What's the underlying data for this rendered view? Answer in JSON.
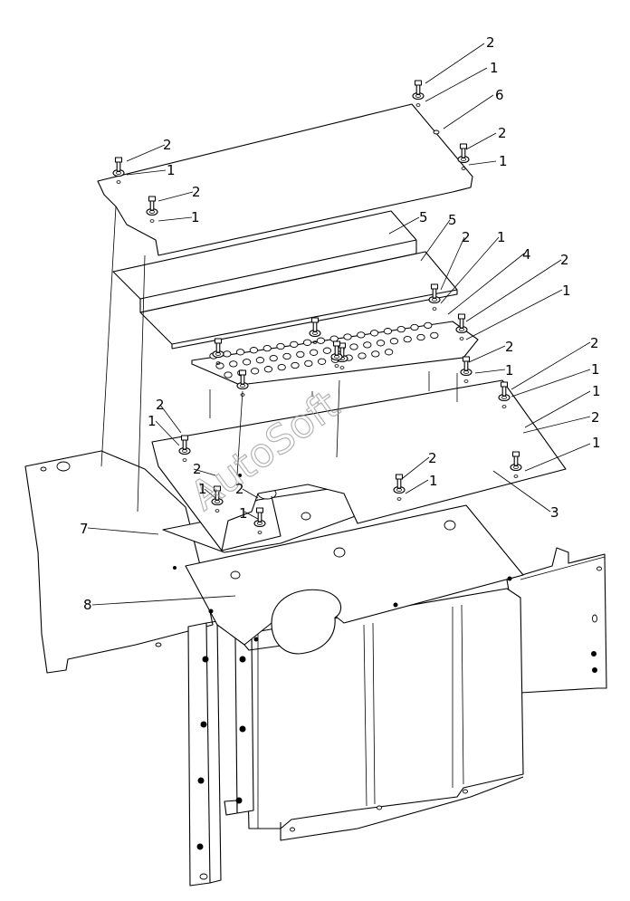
{
  "watermark": "AutoSoft",
  "callouts": [
    {
      "id": "c1",
      "label": "2"
    },
    {
      "id": "c2",
      "label": "1"
    },
    {
      "id": "c3",
      "label": "6"
    },
    {
      "id": "c4",
      "label": "2"
    },
    {
      "id": "c5",
      "label": "1"
    },
    {
      "id": "c6",
      "label": "2"
    },
    {
      "id": "c7",
      "label": "1"
    },
    {
      "id": "c8",
      "label": "2"
    },
    {
      "id": "c9",
      "label": "1"
    },
    {
      "id": "c10",
      "label": "5"
    },
    {
      "id": "c11",
      "label": "5"
    },
    {
      "id": "c12",
      "label": "2"
    },
    {
      "id": "c13",
      "label": "1"
    },
    {
      "id": "c14",
      "label": "4"
    },
    {
      "id": "c15",
      "label": "2"
    },
    {
      "id": "c16",
      "label": "1"
    },
    {
      "id": "c17",
      "label": "2"
    },
    {
      "id": "c18",
      "label": "1"
    },
    {
      "id": "c19",
      "label": "2"
    },
    {
      "id": "c20",
      "label": "1"
    },
    {
      "id": "c21",
      "label": "1"
    },
    {
      "id": "c22",
      "label": "2"
    },
    {
      "id": "c23",
      "label": "1"
    },
    {
      "id": "c24",
      "label": "2"
    },
    {
      "id": "c25",
      "label": "1"
    },
    {
      "id": "c26",
      "label": "2"
    },
    {
      "id": "c27",
      "label": "1"
    },
    {
      "id": "c28",
      "label": "2"
    },
    {
      "id": "c29",
      "label": "1"
    },
    {
      "id": "c30",
      "label": "2"
    },
    {
      "id": "c31",
      "label": "1"
    },
    {
      "id": "c32",
      "label": "3"
    },
    {
      "id": "c33",
      "label": "7"
    },
    {
      "id": "c34",
      "label": "8"
    }
  ]
}
